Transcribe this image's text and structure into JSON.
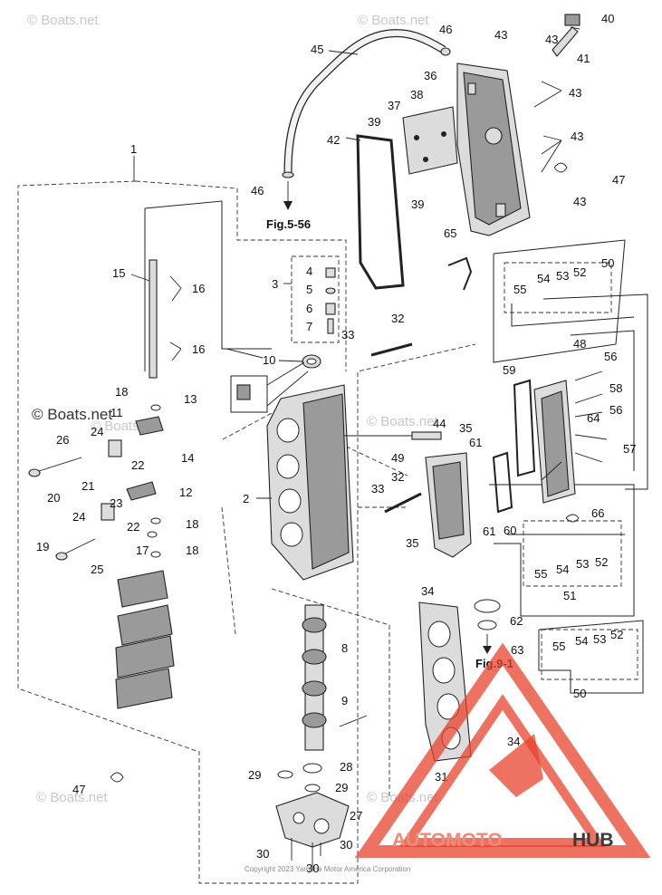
{
  "watermarks": [
    "© Boats.net",
    "© Boats.net",
    "© Boats.net",
    "© Boats.net",
    "© Boats.net",
    "© Boats.net",
    "© Boats.net"
  ],
  "copyright": "Copyright 2023 Yamaha Motor America Corporation",
  "logo": {
    "text_a": "AUTOMOTO",
    "text_b": "HUB",
    "color_a": "#f08a7a",
    "color_b": "#3a3a3a",
    "mark_color": "#e8432e"
  },
  "references": {
    "fig_556": "Fig.5-56",
    "fig_91": "Fig.9-1"
  },
  "callouts": [
    "1",
    "2",
    "3",
    "4",
    "5",
    "6",
    "7",
    "8",
    "9",
    "10",
    "11",
    "12",
    "13",
    "14",
    "15",
    "16",
    "16",
    "17",
    "18",
    "18",
    "18",
    "19",
    "20",
    "21",
    "22",
    "22",
    "23",
    "24",
    "24",
    "25",
    "26",
    "27",
    "28",
    "29",
    "29",
    "30",
    "30",
    "30",
    "31",
    "32",
    "32",
    "33",
    "33",
    "34",
    "34",
    "35",
    "35",
    "36",
    "37",
    "38",
    "39",
    "39",
    "40",
    "41",
    "42",
    "43",
    "43",
    "43",
    "43",
    "43",
    "44",
    "45",
    "46",
    "46",
    "47",
    "47",
    "48",
    "49",
    "50",
    "50",
    "51",
    "52",
    "52",
    "52",
    "53",
    "53",
    "53",
    "54",
    "54",
    "54",
    "55",
    "55",
    "55",
    "56",
    "56",
    "57",
    "58",
    "59",
    "60",
    "61",
    "61",
    "62",
    "63",
    "64",
    "65",
    "66"
  ]
}
